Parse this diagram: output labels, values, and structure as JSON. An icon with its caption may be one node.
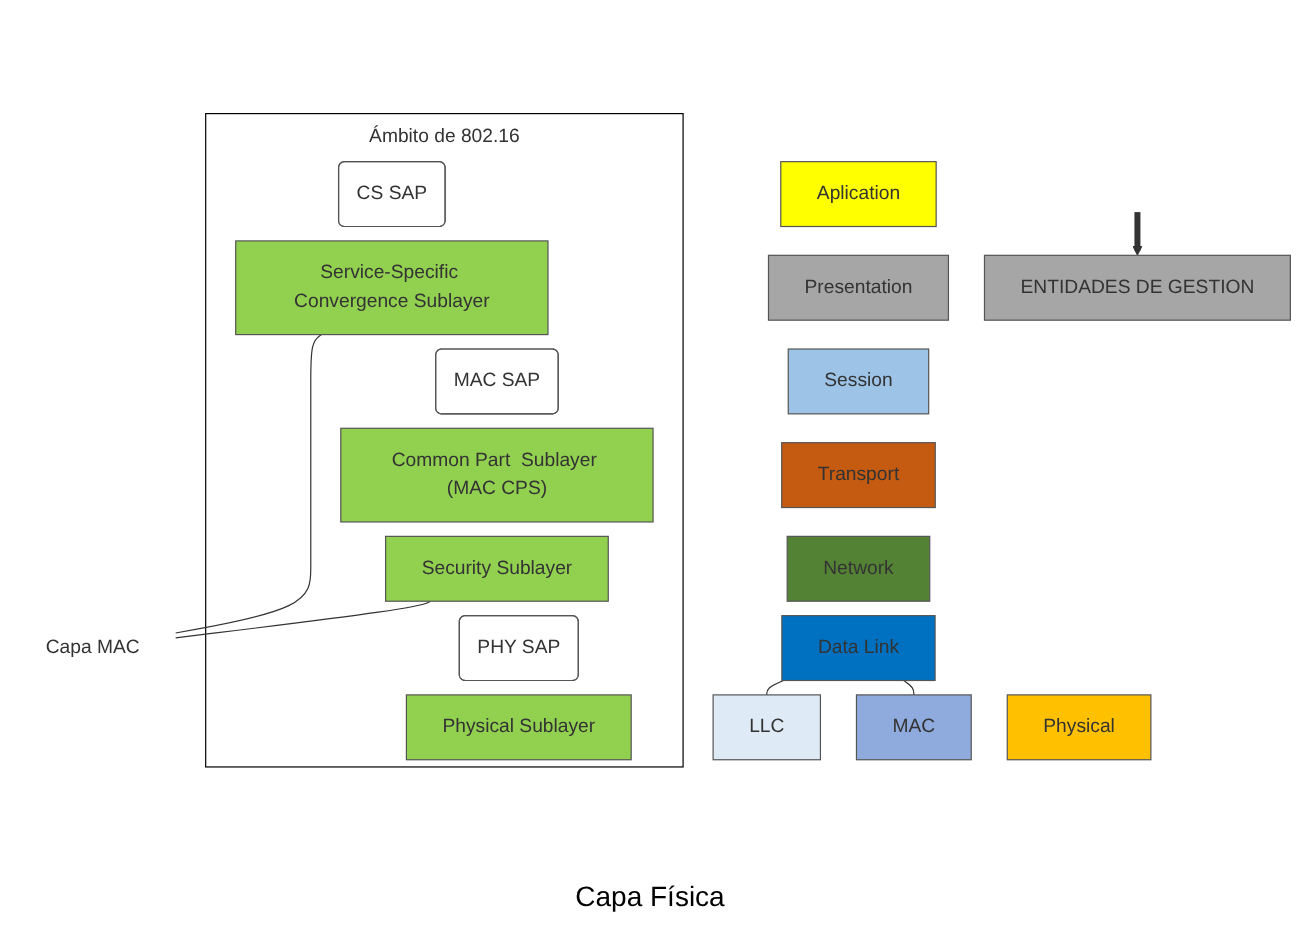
{
  "diagram": {
    "nodes": [
      {
        "text": [
          "Aplication"
        ]
      },
      {
        "text": [
          "Presentation"
        ]
      },
      {
        "text": [
          "Session"
        ]
      },
      {
        "text": [
          "Transport"
        ]
      },
      {
        "text": [
          "Network"
        ]
      },
      {
        "text": [
          "Data Link"
        ]
      },
      {
        "text": [
          "Physical"
        ]
      },
      {
        "text": [
          "LLC"
        ]
      },
      {
        "text": [
          "MAC"
        ]
      },
      {
        "text": [
          "ENTIDADES DE GESTION"
        ]
      },
      {
        "text": [
          "Ámbito de 802.16"
        ]
      },
      {
        "text": [
          "CS SAP"
        ],
        "in": 10
      },
      {
        "text": [
          "Service-Specific Convergence Sublayer"
        ],
        "in": 10
      },
      {
        "text": [
          "MAC SAP"
        ],
        "in": 10
      },
      {
        "text": [
          "Common Part  Sublayer (MAC CPS)"
        ],
        "in": 10
      },
      {
        "text": [
          "Security Sublayer"
        ],
        "in": 10
      },
      {
        "text": [
          "PHY SAP"
        ],
        "in": 10
      },
      {
        "text": [
          "Physical Sublayer"
        ],
        "in": 10
      },
      {
        "text": [
          "Capa MAC"
        ]
      }
    ],
    "edges": [
      {
        "from": 5,
        "to": 7,
        "arrow": "none"
      },
      {
        "from": 5,
        "to": 8,
        "arrow": "none"
      },
      {
        "from": null,
        "to": 9,
        "arrow": "to",
        "style": "thick"
      },
      {
        "from": 12,
        "to": 18,
        "arrow": "none"
      },
      {
        "from": 15,
        "to": 18,
        "arrow": "none"
      }
    ],
    "labels": [
      "Capa Física"
    ]
  }
}
